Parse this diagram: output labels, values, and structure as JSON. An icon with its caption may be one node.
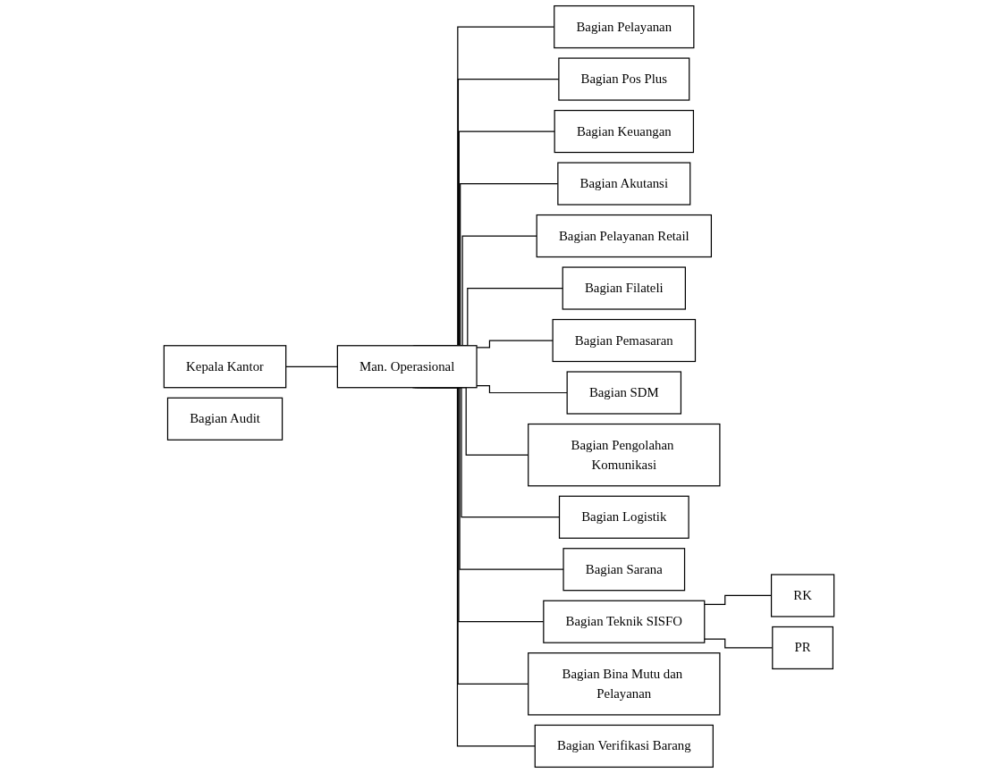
{
  "diagram": {
    "nodes": [
      {
        "text": [
          "Kepala Kantor"
        ]
      },
      {
        "text": [
          "Bagian Audit"
        ]
      },
      {
        "text": [
          "Man. Operasional"
        ]
      },
      {
        "text": [
          "Bagian Pelayanan"
        ]
      },
      {
        "text": [
          "Bagian Pos Plus"
        ]
      },
      {
        "text": [
          "Bagian Keuangan"
        ]
      },
      {
        "text": [
          "Bagian Akutansi"
        ]
      },
      {
        "text": [
          "Bagian Pelayanan Retail"
        ]
      },
      {
        "text": [
          "Bagian Filateli"
        ]
      },
      {
        "text": [
          "Bagian Pemasaran"
        ]
      },
      {
        "text": [
          "Bagian SDM"
        ]
      },
      {
        "text": [
          "Bagian Pengolahan Komunikasi"
        ]
      },
      {
        "text": [
          "Bagian Logistik"
        ]
      },
      {
        "text": [
          "Bagian Sarana"
        ]
      },
      {
        "text": [
          "Bagian Teknik SISFO"
        ]
      },
      {
        "text": [
          "RK"
        ]
      },
      {
        "text": [
          "PR"
        ]
      },
      {
        "text": [
          "Bagian Bina Mutu dan Pelayanan"
        ]
      },
      {
        "text": [
          "Bagian Verifikasi Barang"
        ]
      }
    ],
    "edges": [
      {
        "from": 0,
        "to": 2,
        "arrow": "none"
      },
      {
        "from": 2,
        "to": 3,
        "arrow": "none"
      },
      {
        "from": 2,
        "to": 4,
        "arrow": "none"
      },
      {
        "from": 2,
        "to": 5,
        "arrow": "none"
      },
      {
        "from": 2,
        "to": 6,
        "arrow": "none"
      },
      {
        "from": 2,
        "to": 7,
        "arrow": "none"
      },
      {
        "from": 2,
        "to": 8,
        "arrow": "none"
      },
      {
        "from": 2,
        "to": 9,
        "arrow": "none"
      },
      {
        "from": 2,
        "to": 10,
        "arrow": "none"
      },
      {
        "from": 2,
        "to": 11,
        "arrow": "none"
      },
      {
        "from": 2,
        "to": 12,
        "arrow": "none"
      },
      {
        "from": 2,
        "to": 13,
        "arrow": "none"
      },
      {
        "from": 2,
        "to": 14,
        "arrow": "none"
      },
      {
        "from": 2,
        "to": 17,
        "arrow": "none"
      },
      {
        "from": 2,
        "to": 18,
        "arrow": "none"
      },
      {
        "from": 14,
        "to": 15,
        "arrow": "none"
      },
      {
        "from": 14,
        "to": 16,
        "arrow": "none"
      }
    ]
  }
}
